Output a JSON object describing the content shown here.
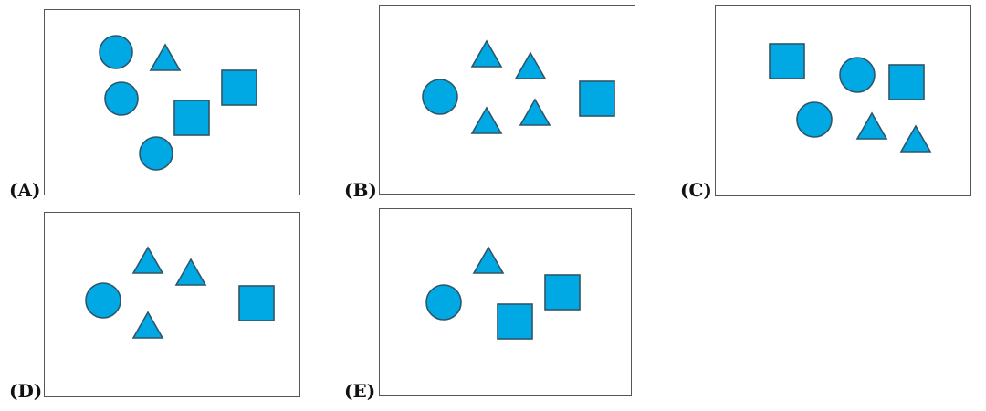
{
  "colors": {
    "shape_fill": "#00A8E4",
    "shape_stroke": "#2F5568",
    "panel_border": "#555555"
  },
  "options": {
    "a": {
      "label": "(A)",
      "shapes": [
        "circle",
        "circle",
        "circle",
        "triangle",
        "square",
        "square"
      ]
    },
    "b": {
      "label": "(B)",
      "shapes": [
        "circle",
        "triangle",
        "triangle",
        "triangle",
        "triangle",
        "square"
      ]
    },
    "c": {
      "label": "(C)",
      "shapes": [
        "square",
        "square",
        "circle",
        "circle",
        "triangle",
        "triangle"
      ]
    },
    "d": {
      "label": "(D)",
      "shapes": [
        "circle",
        "triangle",
        "triangle",
        "triangle",
        "square"
      ]
    },
    "e": {
      "label": "(E)",
      "shapes": [
        "circle",
        "triangle",
        "square",
        "square"
      ]
    }
  }
}
